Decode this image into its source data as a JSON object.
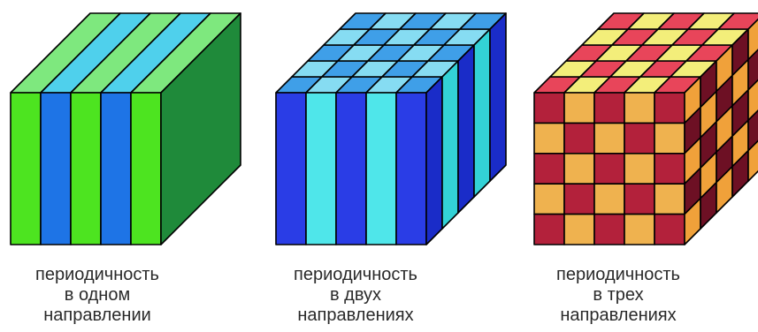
{
  "cubes": [
    {
      "id": "one-direction",
      "pattern": "stripes-1d",
      "colors": {
        "a": "#4de420",
        "b": "#1e74e6",
        "a_top": "#7ee87e",
        "b_top": "#4fd0ec",
        "side": "#1f8a3a"
      },
      "caption": [
        "периодичность",
        "в одном",
        "направлении"
      ]
    },
    {
      "id": "two-directions",
      "pattern": "stripes-2d",
      "colors": {
        "a": "#2a3de6",
        "b": "#4fe6ea",
        "a_side": "#1a2cc8",
        "b_side": "#33d2d6",
        "top_a": "#3f9fe8",
        "top_b": "#86dcf2"
      },
      "caption": [
        "периодичность",
        "в двух",
        "направлениях"
      ]
    },
    {
      "id": "three-directions",
      "pattern": "checker-3d",
      "colors": {
        "a": "#b3213b",
        "b": "#efb24f",
        "top_a": "#e8455a",
        "top_b": "#f3ee7a",
        "side_a": "#6d1024",
        "side_b": "#f0a13a"
      },
      "caption": [
        "периодичность",
        "в трех",
        "направлениях"
      ]
    }
  ]
}
